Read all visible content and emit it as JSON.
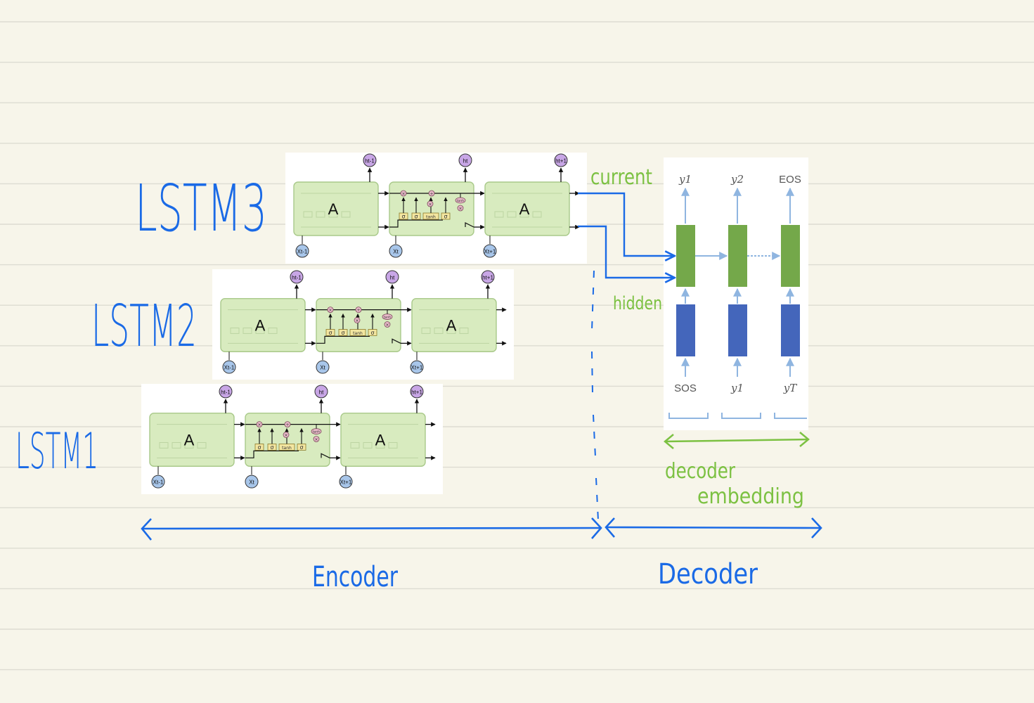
{
  "layers": [
    {
      "label": "LSTM3",
      "cell": "A",
      "inputs": [
        "Xt-1",
        "Xt",
        "Xt+1"
      ],
      "outputs": [
        "ht-1",
        "ht",
        "ht+1"
      ]
    },
    {
      "label": "LSTM2",
      "cell": "A",
      "inputs": [
        "Xt-1",
        "Xt",
        "Xt+1"
      ],
      "outputs": [
        "ht-1",
        "ht",
        "ht+1"
      ]
    },
    {
      "label": "LSTM1",
      "cell": "A",
      "inputs": [
        "Xt-1",
        "Xt",
        "Xt+1"
      ],
      "outputs": [
        "ht-1",
        "ht",
        "ht+1"
      ]
    }
  ],
  "gates": [
    "σ",
    "σ",
    "tanh",
    "σ"
  ],
  "gate_ops": {
    "multiply": "×",
    "add": "+",
    "tanh": "tanh"
  },
  "decoder_panel": {
    "outputs": [
      "y1",
      "y2",
      "EOS"
    ],
    "inputs": [
      "SOS",
      "y1",
      "yT"
    ]
  },
  "annotations": {
    "current": "current",
    "hidden": "hidden",
    "decoder_embedding_line1": "decoder",
    "decoder_embedding_line2": "embedding"
  },
  "sections": {
    "encoder": "Encoder",
    "decoder": "Decoder"
  },
  "colors": {
    "paper": "#f7f5ea",
    "ruled_line": "#d9d8cf",
    "ink_blue": "#1a6ae6",
    "ink_green": "#7cc142",
    "cell_fill": "#d8ebbf",
    "cell_border": "#a9c98a",
    "gate_fill": "#f3e6a0",
    "circle_x": "#a8c6ea",
    "circle_h": "#c8a6e6",
    "rnn_green": "#74a84a",
    "rnn_blue": "#4466bb",
    "rnn_arrow": "#8fb5e0"
  }
}
